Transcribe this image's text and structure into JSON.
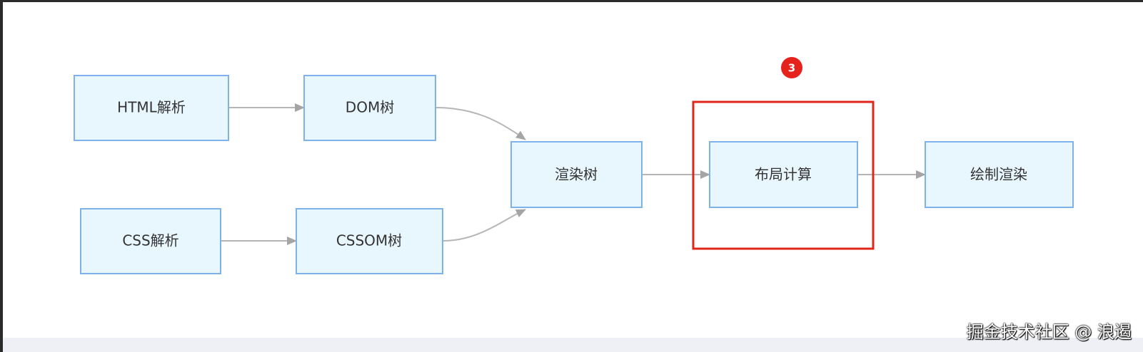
{
  "diagram": {
    "nodes": [
      {
        "id": "html-parse",
        "label": "HTML解析"
      },
      {
        "id": "dom-tree",
        "label": "DOM树"
      },
      {
        "id": "css-parse",
        "label": "CSS解析"
      },
      {
        "id": "cssom-tree",
        "label": "CSSOM树"
      },
      {
        "id": "render-tree",
        "label": "渲染树"
      },
      {
        "id": "layout",
        "label": "布局计算"
      },
      {
        "id": "paint",
        "label": "绘制渲染"
      }
    ],
    "edges": [
      {
        "from": "html-parse",
        "to": "dom-tree"
      },
      {
        "from": "css-parse",
        "to": "cssom-tree"
      },
      {
        "from": "dom-tree",
        "to": "render-tree"
      },
      {
        "from": "cssom-tree",
        "to": "render-tree"
      },
      {
        "from": "render-tree",
        "to": "layout"
      },
      {
        "from": "layout",
        "to": "paint"
      }
    ],
    "highlight": {
      "node": "layout",
      "badge": "3",
      "color": "#e0251b"
    },
    "colors": {
      "node_fill": "#e8f6fe",
      "node_border": "#7fb2ea",
      "edge": "#b5b5b5"
    }
  },
  "watermark": "掘金技术社区 @ 浪遏"
}
